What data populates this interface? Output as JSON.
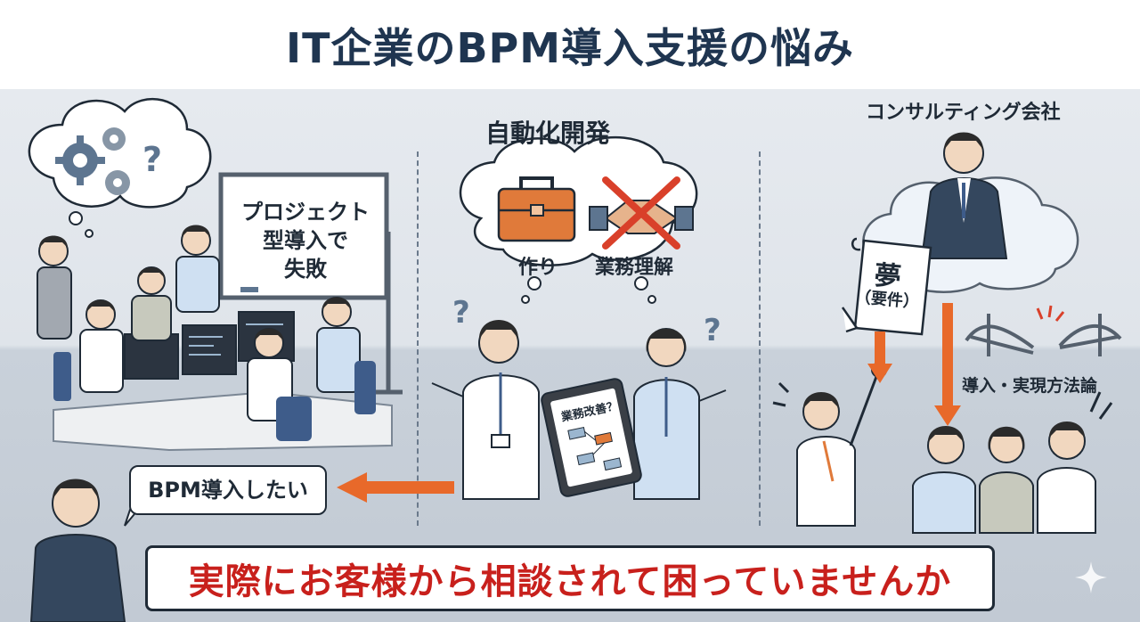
{
  "title": "IT企業のBPM導入支援の悩み",
  "sections": {
    "left": {
      "whiteboard_text_line1": "プロジェクト",
      "whiteboard_text_line2": "型導入で",
      "whiteboard_text_line3": "失敗"
    },
    "center": {
      "heading": "自動化開発",
      "thought_item_1": "作り",
      "thought_item_2": "業務理解",
      "tablet_label": "業務改善？"
    },
    "right": {
      "heading": "コンサルティング会社",
      "scroll_main": "夢",
      "scroll_sub": "（要件）",
      "bridge_label": "導入・実現方法論"
    }
  },
  "client_speech": "BPM導入したい",
  "banner": "実際にお客様から相談されて困っていませんか",
  "colors": {
    "title": "#1f3550",
    "banner_text": "#c8201c",
    "arrow": "#e8692a",
    "toolbox": "#e07a3a",
    "cross": "#d9402a",
    "gear": "#5d7590",
    "suit": "#34475e",
    "shirt_blue": "#cfe0f2"
  }
}
